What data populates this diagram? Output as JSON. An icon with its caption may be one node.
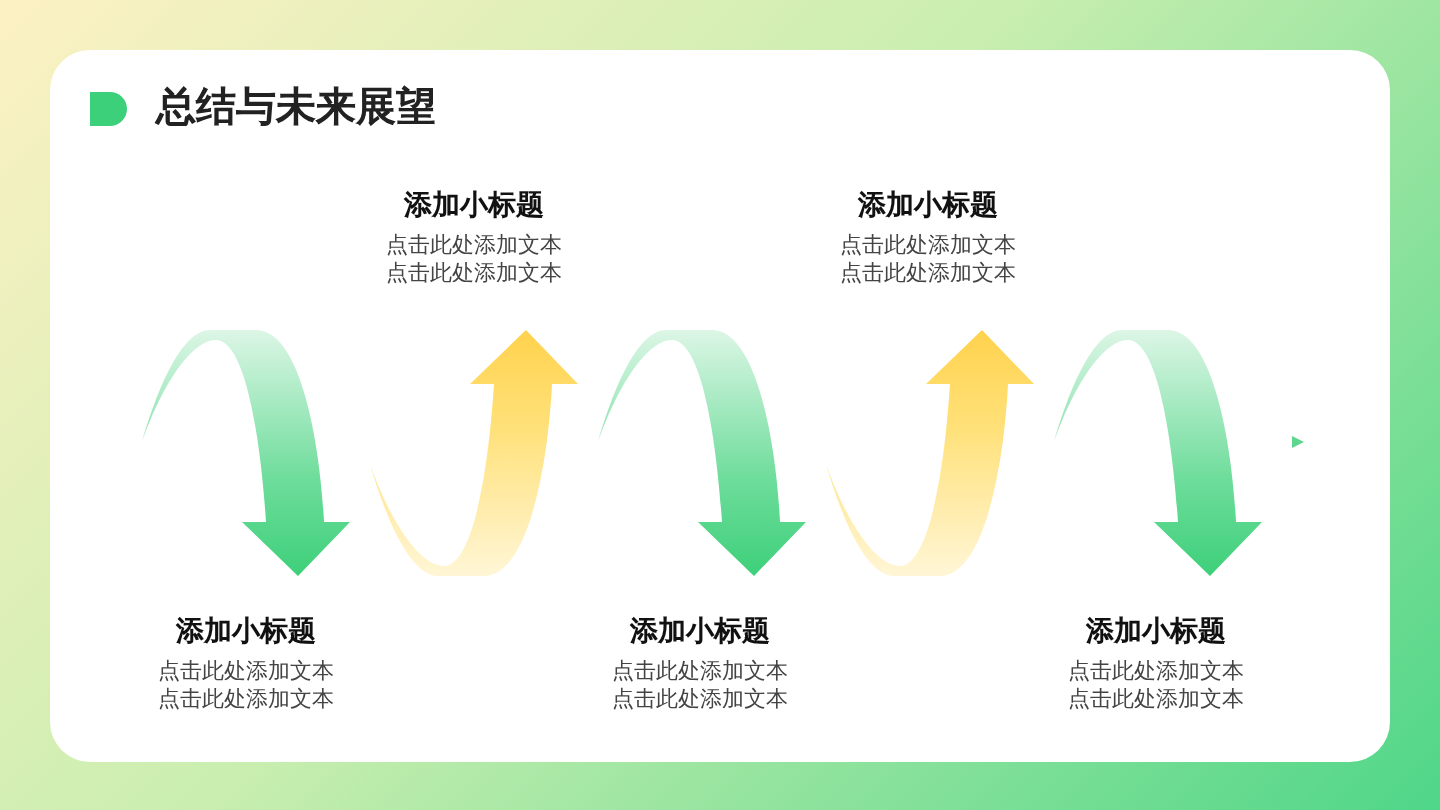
{
  "diagram": {
    "title": "总结与未来展望",
    "labels": [
      "添加小标题",
      "点击此处添加文本",
      "点击此处添加文本",
      "添加小标题",
      "点击此处添加文本",
      "点击此处添加文本",
      "添加小标题",
      "点击此处添加文本",
      "点击此处添加文本",
      "添加小标题",
      "点击此处添加文本",
      "点击此处添加文本",
      "添加小标题",
      "点击此处添加文本",
      "点击此处添加文本"
    ]
  }
}
